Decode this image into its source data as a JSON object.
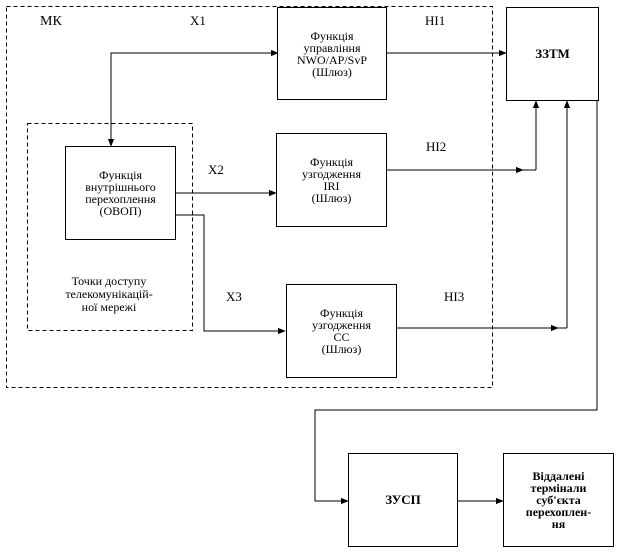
{
  "mk_label": "МК",
  "access_points": {
    "lines": [
      "Точки доступу",
      "телекомунікацій-",
      "ної мережі"
    ]
  },
  "boxes": {
    "nwo": {
      "lines": [
        "Функція",
        "управління",
        "NWO/AP/SvP",
        "(Шлюз)"
      ]
    },
    "ovop": {
      "lines": [
        "Функція",
        "внутрішнього",
        "перехоплення",
        "(ОВОП)"
      ]
    },
    "iri": {
      "lines": [
        "Функція",
        "узгодження",
        "IRI",
        "(Шлюз)"
      ]
    },
    "cc": {
      "lines": [
        "Функція",
        "узгодження",
        "CC",
        "(Шлюз)"
      ]
    },
    "zztm": {
      "lines": [
        "ЗЗТМ"
      ]
    },
    "zusp": {
      "lines": [
        "ЗУСП"
      ]
    },
    "remote": {
      "lines": [
        "Віддалені",
        "термінали",
        "суб'єкта",
        "перехоплен-",
        "ня"
      ]
    }
  },
  "interfaces": {
    "x1": "X1",
    "x2": "X2",
    "x3": "X3",
    "hi1": "HI1",
    "hi2": "HI2",
    "hi3": "HI3"
  }
}
